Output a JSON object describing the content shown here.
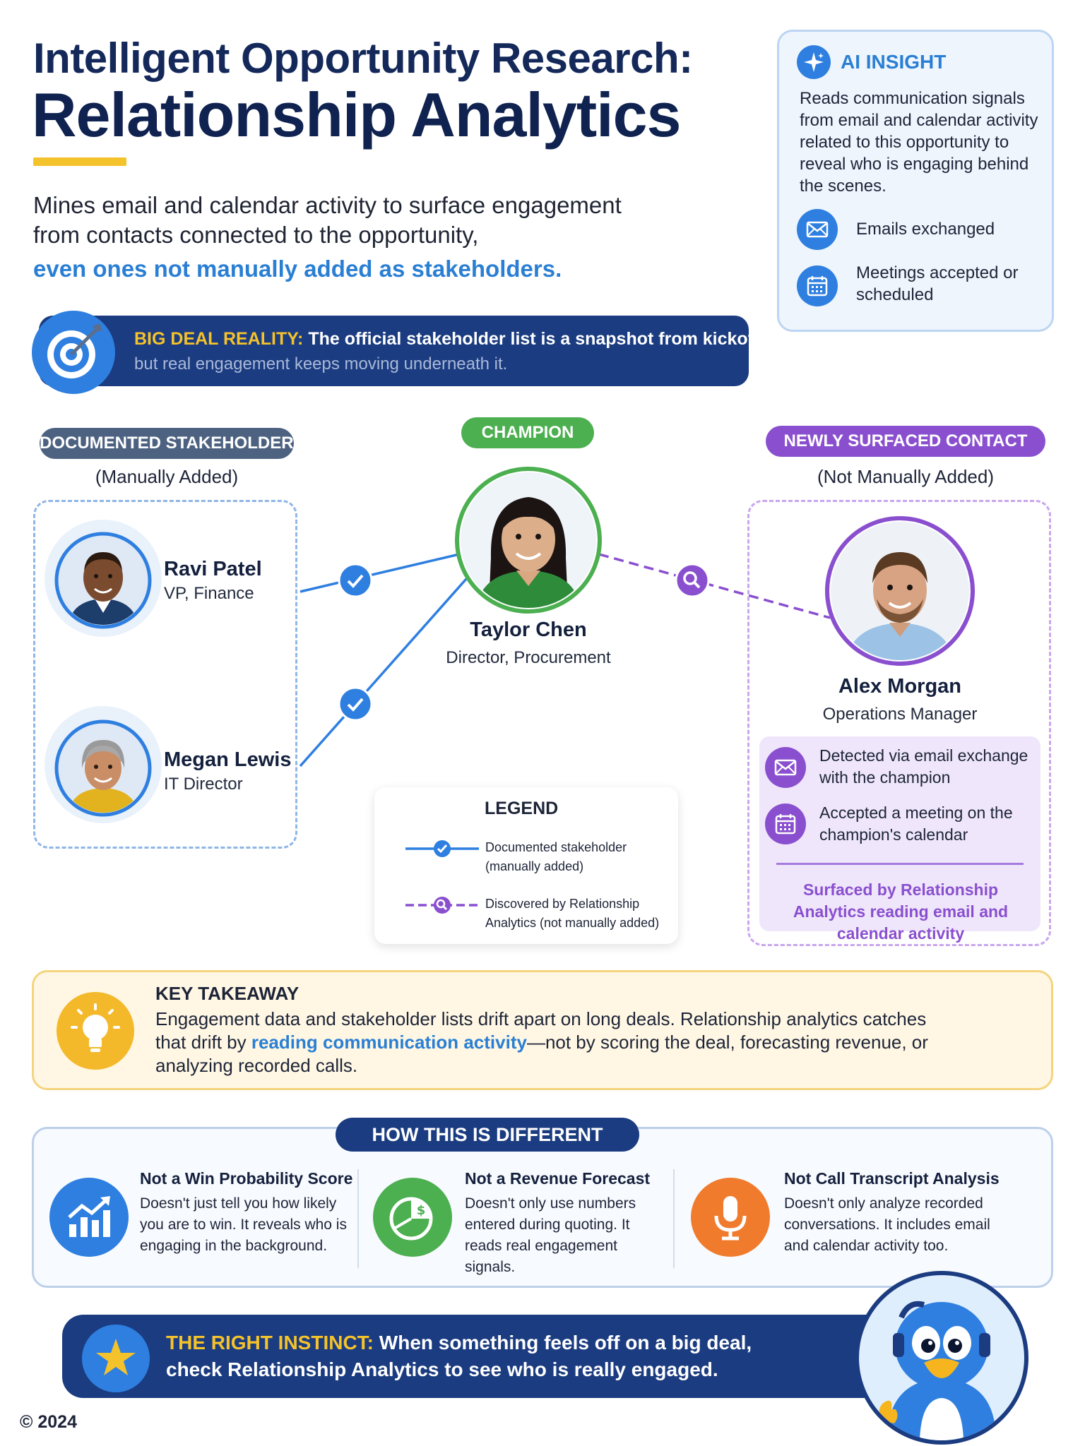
{
  "header": {
    "title_line1": "Intelligent Opportunity Research:",
    "title_line2": "Relationship Analytics",
    "subtitle": "Mines email and calendar activity to surface engagement from contacts connected to the opportunity,",
    "subtitle_highlight": "even ones not manually added as stakeholders."
  },
  "ai_insight": {
    "title": "AI INSIGHT",
    "body": "Reads communication signals from email and calendar activity related to this opportunity to reveal who is engaging behind the scenes.",
    "items": [
      {
        "icon": "envelope-icon",
        "label": "Emails exchanged"
      },
      {
        "icon": "calendar-icon",
        "label": "Meetings accepted or scheduled"
      }
    ]
  },
  "big_deal": {
    "label": "BIG DEAL REALITY:",
    "text": "The official stakeholder list is a snapshot from kickoff,",
    "line2": "but real engagement keeps moving underneath it."
  },
  "documented": {
    "pill": "DOCUMENTED STAKEHOLDERS",
    "subtitle": "(Manually Added)",
    "people": [
      {
        "name": "Ravi Patel",
        "role": "VP, Finance"
      },
      {
        "name": "Megan Lewis",
        "role": "IT Director"
      }
    ]
  },
  "champion": {
    "pill": "CHAMPION",
    "name": "Taylor Chen",
    "role": "Director, Procurement"
  },
  "new_contact": {
    "pill": "NEWLY SURFACED CONTACT",
    "subtitle": "(Not Manually Added)",
    "name": "Alex Morgan",
    "role": "Operations Manager",
    "signals": [
      {
        "icon": "envelope-icon",
        "text": "Detected via email exchange with the champion"
      },
      {
        "icon": "calendar-icon",
        "text": "Accepted a meeting on the champion's calendar"
      }
    ],
    "surfaced_by": "Surfaced by Relationship Analytics reading email and calendar activity"
  },
  "legend": {
    "title": "LEGEND",
    "documented": "Documented stakeholder",
    "documented_sub": "(manually added)",
    "discovered": "Discovered by Relationship",
    "discovered_sub": "Analytics (not manually added)"
  },
  "takeaway": {
    "title": "KEY TAKEAWAY",
    "body_before": "Engagement data and stakeholder lists drift apart on long deals. Relationship analytics catches that drift by ",
    "body_highlight": "reading communication activity",
    "body_after": "—not by scoring the deal, forecasting revenue, or analyzing recorded calls."
  },
  "different": {
    "pill": "HOW THIS IS DIFFERENT",
    "items": [
      {
        "icon": "chart-growth-icon",
        "title": "Not a Win Probability Score",
        "body": "Doesn't just tell you how likely you are to win. It reveals who is engaging in the background."
      },
      {
        "icon": "pie-dollar-icon",
        "title": "Not a Revenue Forecast",
        "body": "Doesn't only use numbers entered during quoting. It reads real engagement signals."
      },
      {
        "icon": "microphone-icon",
        "title": "Not Call Transcript Analysis",
        "body": "Doesn't only analyze recorded conversations. It includes email and calendar activity too."
      }
    ]
  },
  "instinct": {
    "label": "THE RIGHT INSTINCT:",
    "line1": "When something feels off on a big deal,",
    "line2": "check Relationship Analytics to see who is really engaged."
  },
  "footer": {
    "copyright": "© 2024"
  },
  "colors": {
    "navy": "#1b3c80",
    "blue": "#2e7fe0",
    "green": "#4caf50",
    "purple": "#8a4fcf",
    "yellow": "#f4c22b",
    "orange": "#f07b2c"
  }
}
